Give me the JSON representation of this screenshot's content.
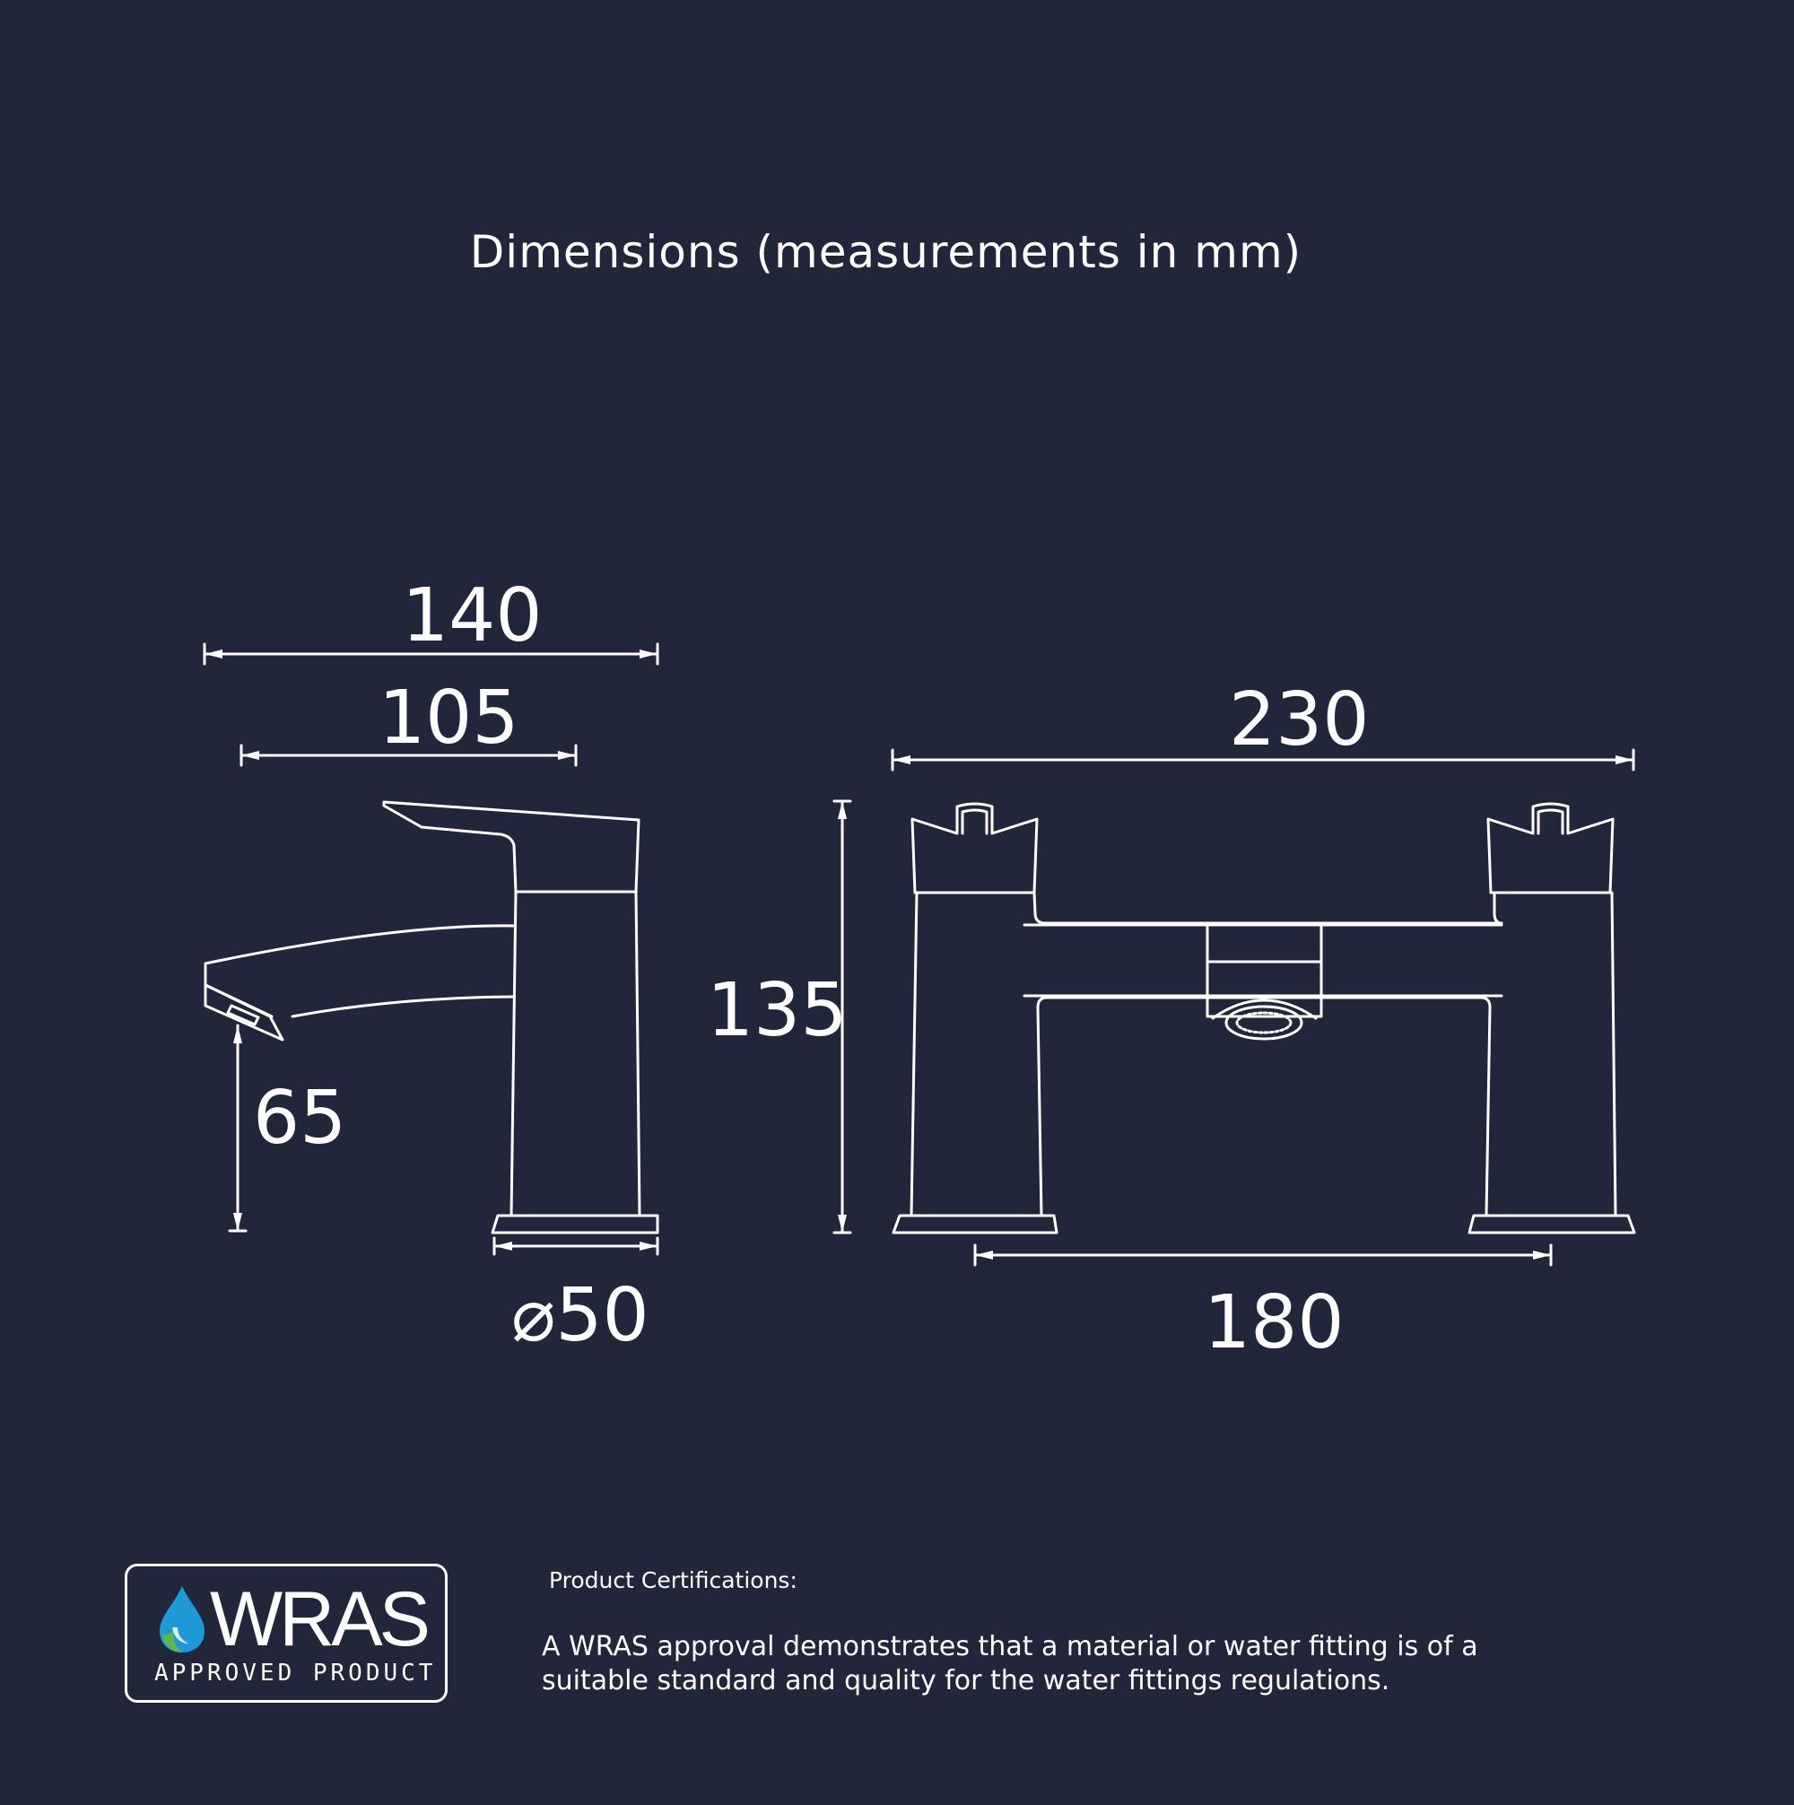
{
  "title": "Dimensions (measurements in mm)",
  "dimensions": {
    "basin_overall_depth": "140",
    "basin_spout_reach": "105",
    "basin_spout_height": "65",
    "basin_base_diameter": "⌀50",
    "bath_overall_height": "135",
    "bath_overall_width": "230",
    "bath_centres": "180"
  },
  "badge": {
    "word": "WRAS",
    "subtitle": "APPROVED PRODUCT",
    "icon": "water-drop-icon"
  },
  "certifications": {
    "heading": "Product Certifications:",
    "text": "A WRAS approval demonstrates that a material or water fitting is of a suitable standard and quality for the water fittings regulations."
  },
  "colors": {
    "background": "#22263a",
    "line": "#ffffff",
    "drop_blue": "#1e9ad6",
    "drop_green": "#5bb947"
  }
}
